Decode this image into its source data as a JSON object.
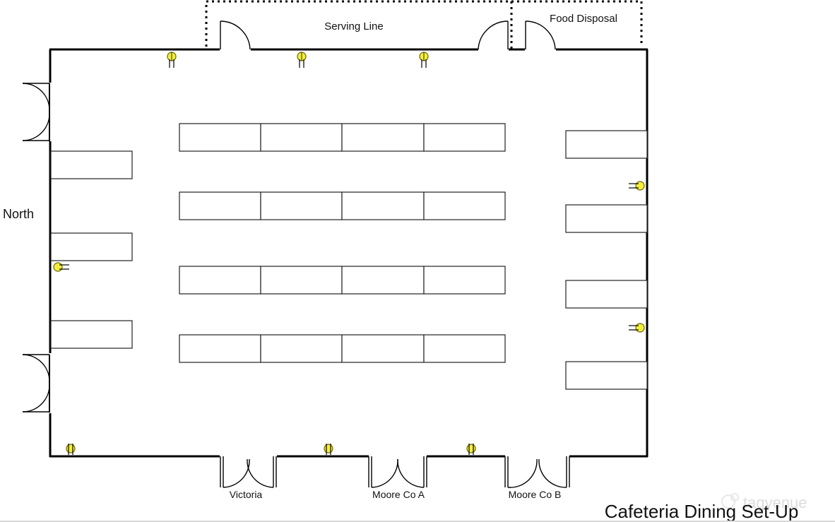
{
  "title": "Cafeteria Dining Set-Up",
  "watermark": "tagvenue",
  "labels": {
    "serving_line": "Serving Line",
    "food_disposal": "Food Disposal",
    "north": "North",
    "victoria": "Victoria",
    "moore_co_a": "Moore Co A",
    "moore_co_b": "Moore Co B"
  },
  "colors": {
    "wall": "#000000",
    "outlet_fill": "#f3ee3c",
    "outlet_stroke": "#6a6400",
    "table_stroke": "#222222"
  },
  "icons": {
    "outlet": "power-outlet-icon",
    "door": "door-swing-icon",
    "watermark": "tagvenue-logo-icon"
  }
}
